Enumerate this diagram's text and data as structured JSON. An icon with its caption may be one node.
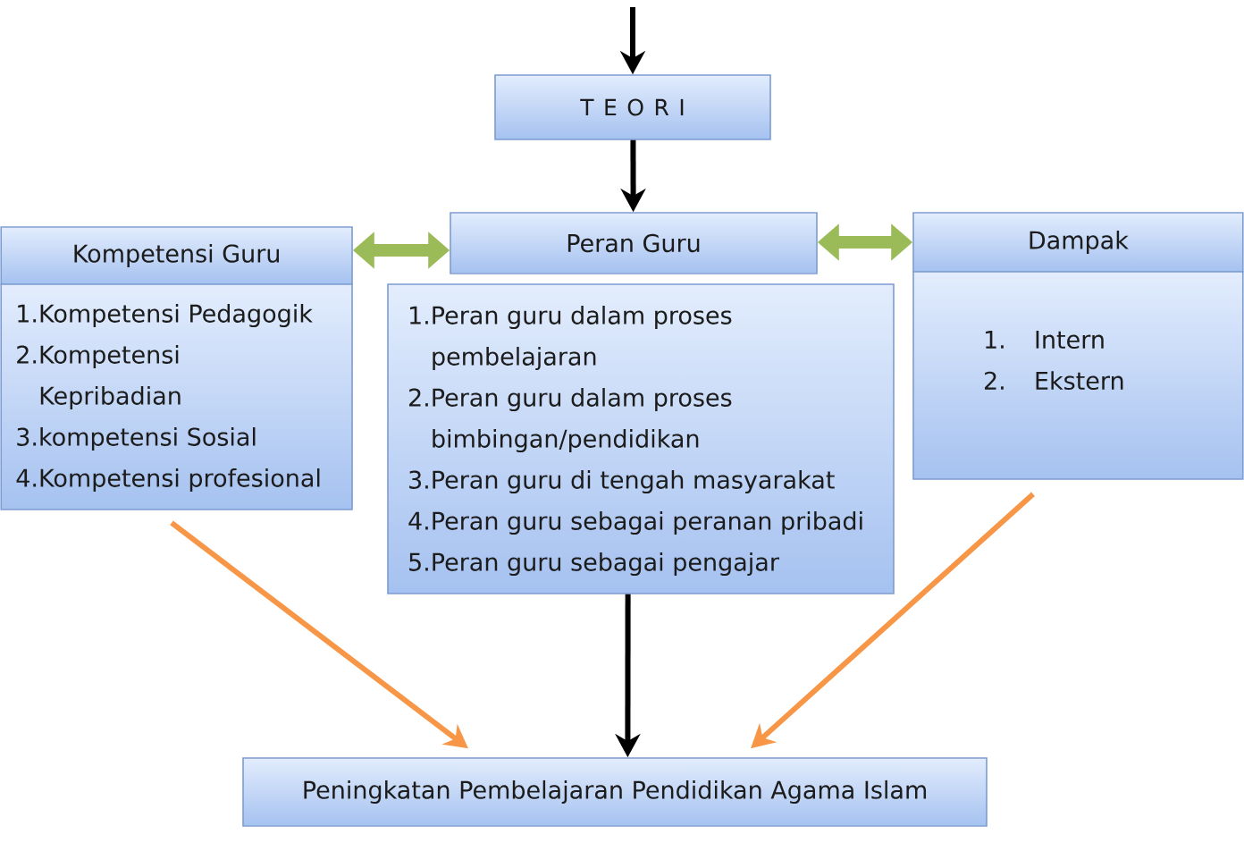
{
  "diagram": {
    "nodes": [
      {
        "text": [
          "T E O R I"
        ]
      },
      {
        "text": [
          "Kompetensi Guru"
        ]
      },
      {
        "text": [
          "Peran Guru"
        ]
      },
      {
        "text": [
          "Dampak"
        ]
      },
      {
        "text": [
          "1.Kompetensi Pedagogik",
          "2.Kompetensi Kepribadian",
          "3.kompetensi Sosial",
          "4.Kompetensi profesional"
        ]
      },
      {
        "text": [
          "1.Peran guru dalam proses pembelajaran",
          "2.Peran guru dalam proses bimbingan/pendidikan",
          "3.Peran guru di tengah masyarakat",
          "4.Peran guru sebagai peranan pribadi",
          "5.Peran guru sebagai pengajar"
        ]
      },
      {
        "text": [
          "1. Intern",
          "2. Ekstern"
        ]
      },
      {
        "text": [
          "Peningkatan Pembelajaran Pendidikan Agama Islam"
        ]
      }
    ],
    "edges": [
      {
        "from": null,
        "to": 0,
        "arrow": "to"
      },
      {
        "from": 0,
        "to": 2,
        "arrow": "to"
      },
      {
        "from": 1,
        "to": 2,
        "arrow": "both",
        "style": "thick",
        "color": "#9bbb59"
      },
      {
        "from": 2,
        "to": 3,
        "arrow": "both",
        "style": "thick",
        "color": "#9bbb59"
      },
      {
        "from": 4,
        "to": 7,
        "arrow": "to",
        "color": "#f79646"
      },
      {
        "from": 5,
        "to": 7,
        "arrow": "to"
      },
      {
        "from": 6,
        "to": 7,
        "arrow": "to",
        "color": "#f79646"
      }
    ]
  }
}
